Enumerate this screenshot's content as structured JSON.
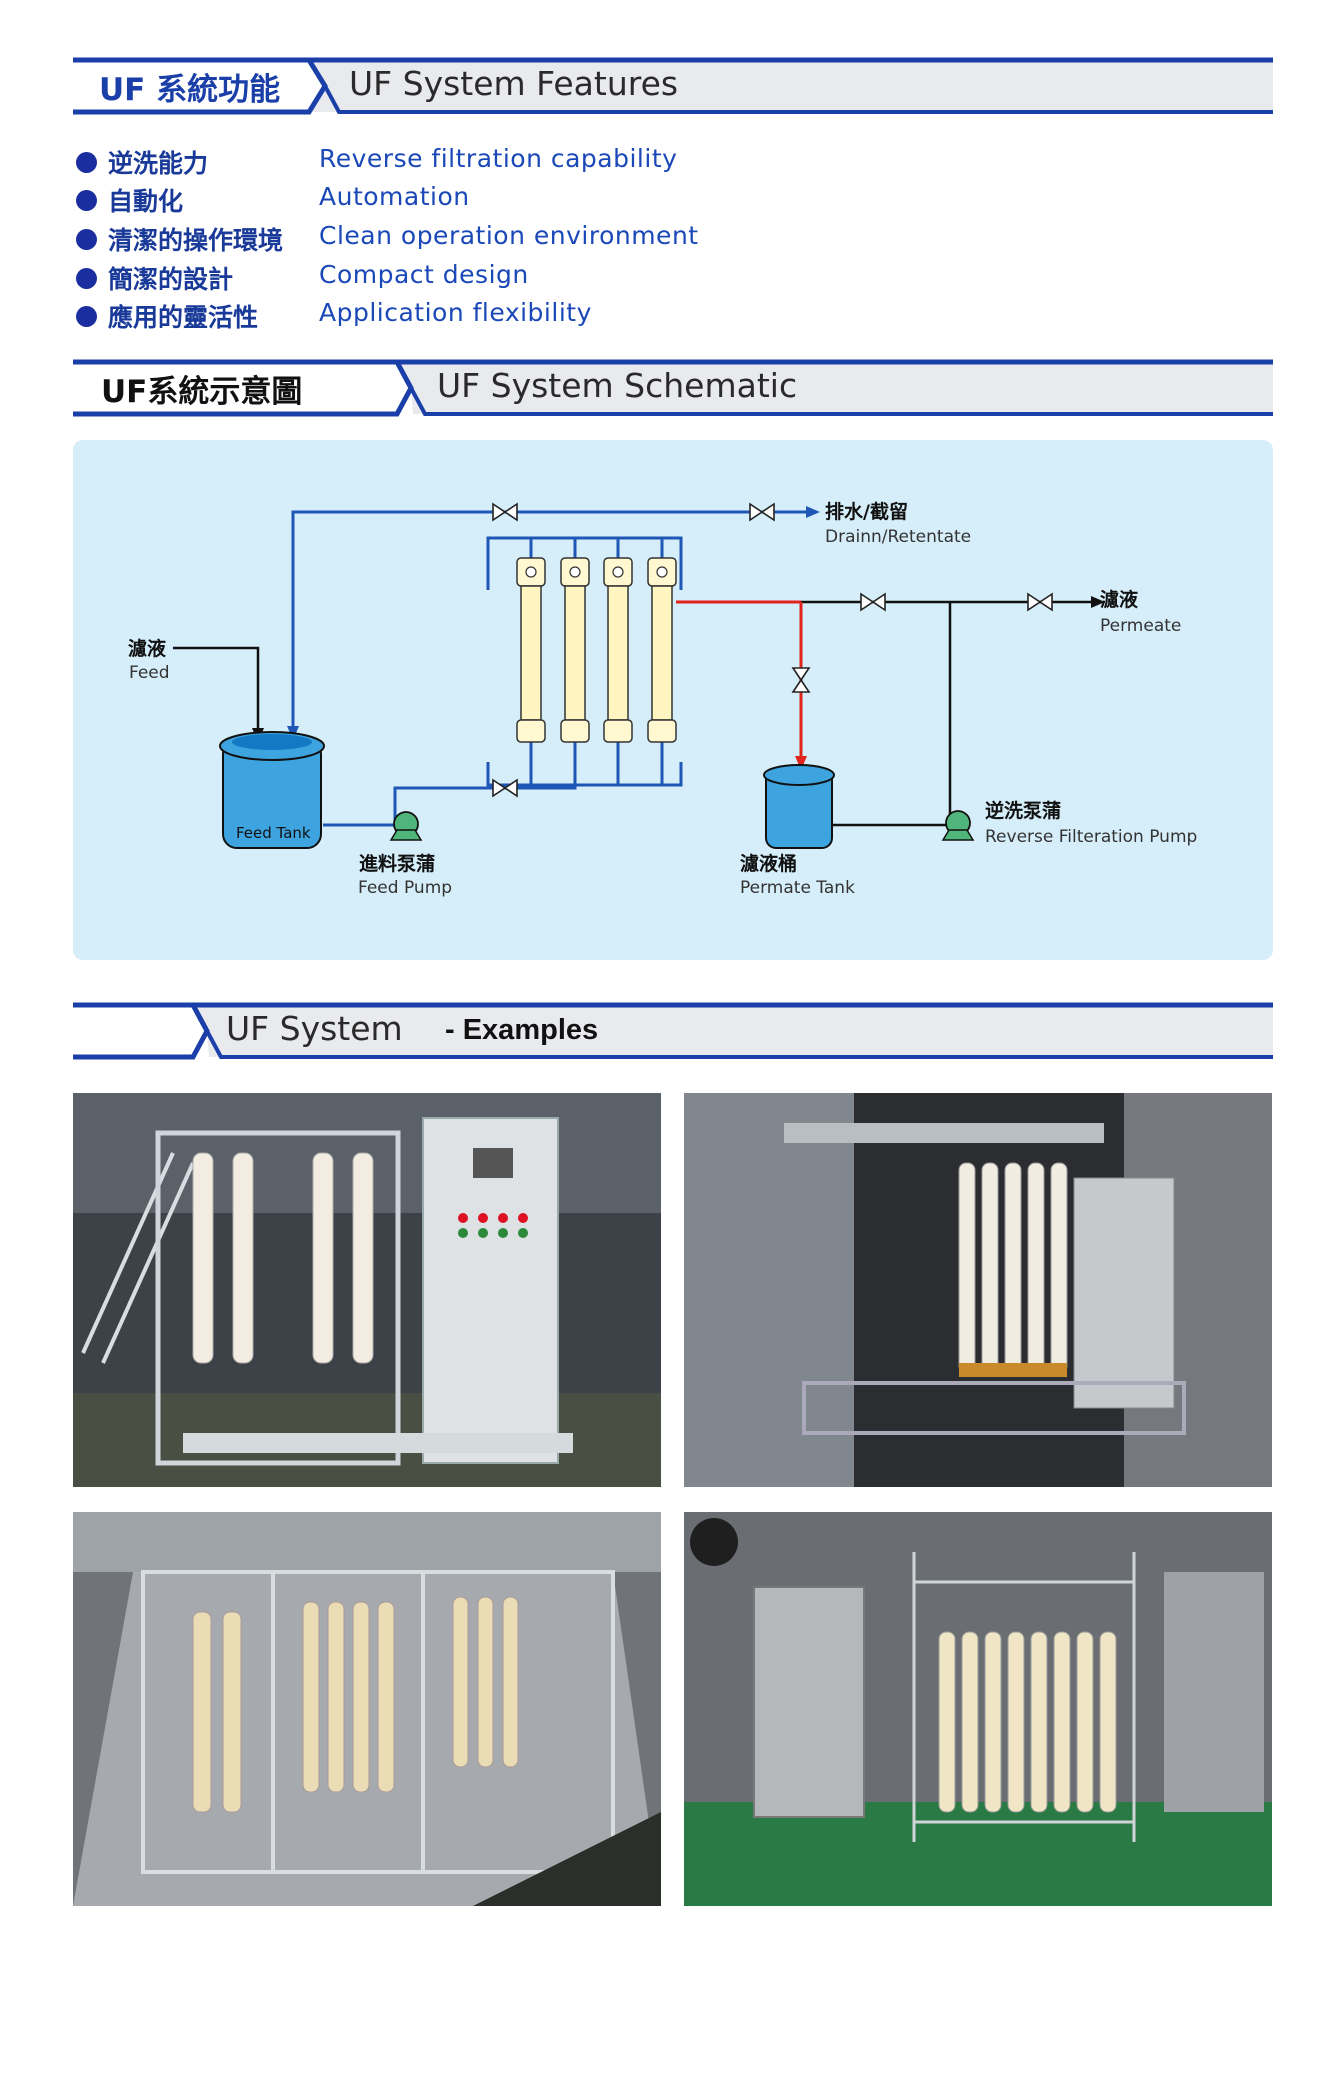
{
  "features_header": {
    "zh": "UF 系統功能",
    "en": "UF System Features"
  },
  "features": [
    {
      "zh": "逆洗能力",
      "en": "Reverse filtration capability"
    },
    {
      "zh": "自動化",
      "en": "Automation"
    },
    {
      "zh": "清潔的操作環境",
      "en": "Clean operation environment"
    },
    {
      "zh": "簡潔的設計",
      "en": "Compact design"
    },
    {
      "zh": "應用的靈活性",
      "en": "Application flexibility"
    }
  ],
  "schematic_header": {
    "zh": "UF系統示意圖",
    "en": "UF System Schematic"
  },
  "schematic": {
    "drain_zh": "排水/截留",
    "drain_en": "Drainn/Retentate",
    "permeate_zh": "濾液",
    "permeate_en": "Permeate",
    "feed_zh": "濾液",
    "feed_en": "Feed",
    "feed_tank": "Feed Tank",
    "feed_pump_zh": "進料泵蒲",
    "feed_pump_en": "Feed Pump",
    "permate_tank_zh": "濾液桶",
    "permate_tank_en": "Permate Tank",
    "rev_pump_zh": "逆洗泵蒲",
    "rev_pump_en": "Reverse Filteration Pump"
  },
  "examples_header": {
    "en": "UF System",
    "suffix": "- Examples"
  },
  "colors": {
    "brand_blue": "#1a3fa8",
    "header_gray": "#e8e9ec",
    "schematic_bg": "#d5eef9",
    "pipe_blue": "#1e57b6",
    "pipe_red": "#e0231c"
  }
}
